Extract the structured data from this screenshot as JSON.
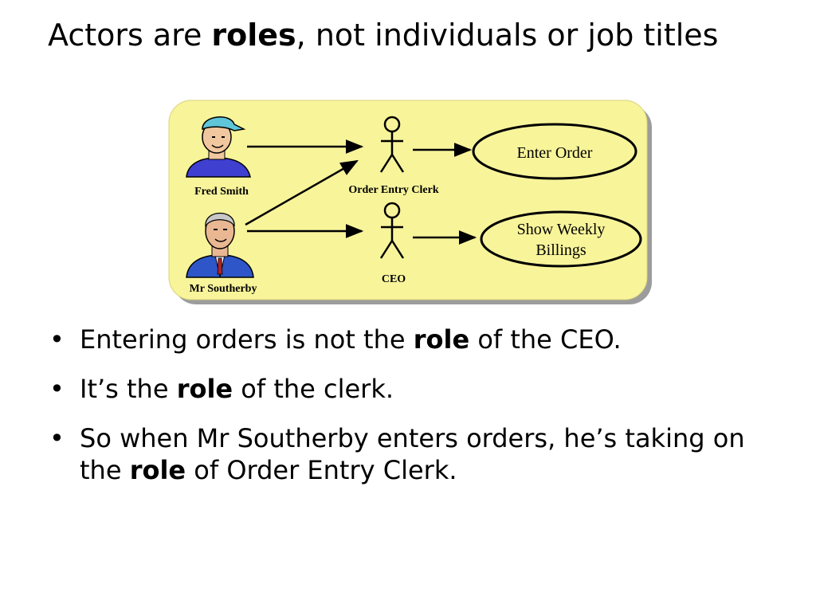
{
  "slide": {
    "title_pre": "Actors are ",
    "title_bold": "roles",
    "title_post": ", not individuals or job titles"
  },
  "diagram": {
    "background_color": "#f8f49a",
    "people": [
      {
        "label": "Fred Smith",
        "icon": "person-cap-icon"
      },
      {
        "label": "Mr Southerby",
        "icon": "person-suit-icon"
      }
    ],
    "actors": [
      {
        "label": "Order Entry Clerk"
      },
      {
        "label": "CEO"
      }
    ],
    "use_cases": [
      {
        "line1": "Enter Order",
        "line2": ""
      },
      {
        "line1": "Show Weekly",
        "line2": "Billings"
      }
    ]
  },
  "bullets": [
    {
      "bullet": "•",
      "pre": "Entering orders is not the ",
      "bold": "role",
      "post": " of the CEO."
    },
    {
      "bullet": "•",
      "pre": "It’s the ",
      "bold": "role",
      "post": " of the clerk."
    },
    {
      "bullet": "•",
      "pre": "So when Mr Southerby enters orders, he’s taking on the ",
      "bold": "role",
      "post": " of Order Entry Clerk."
    }
  ]
}
